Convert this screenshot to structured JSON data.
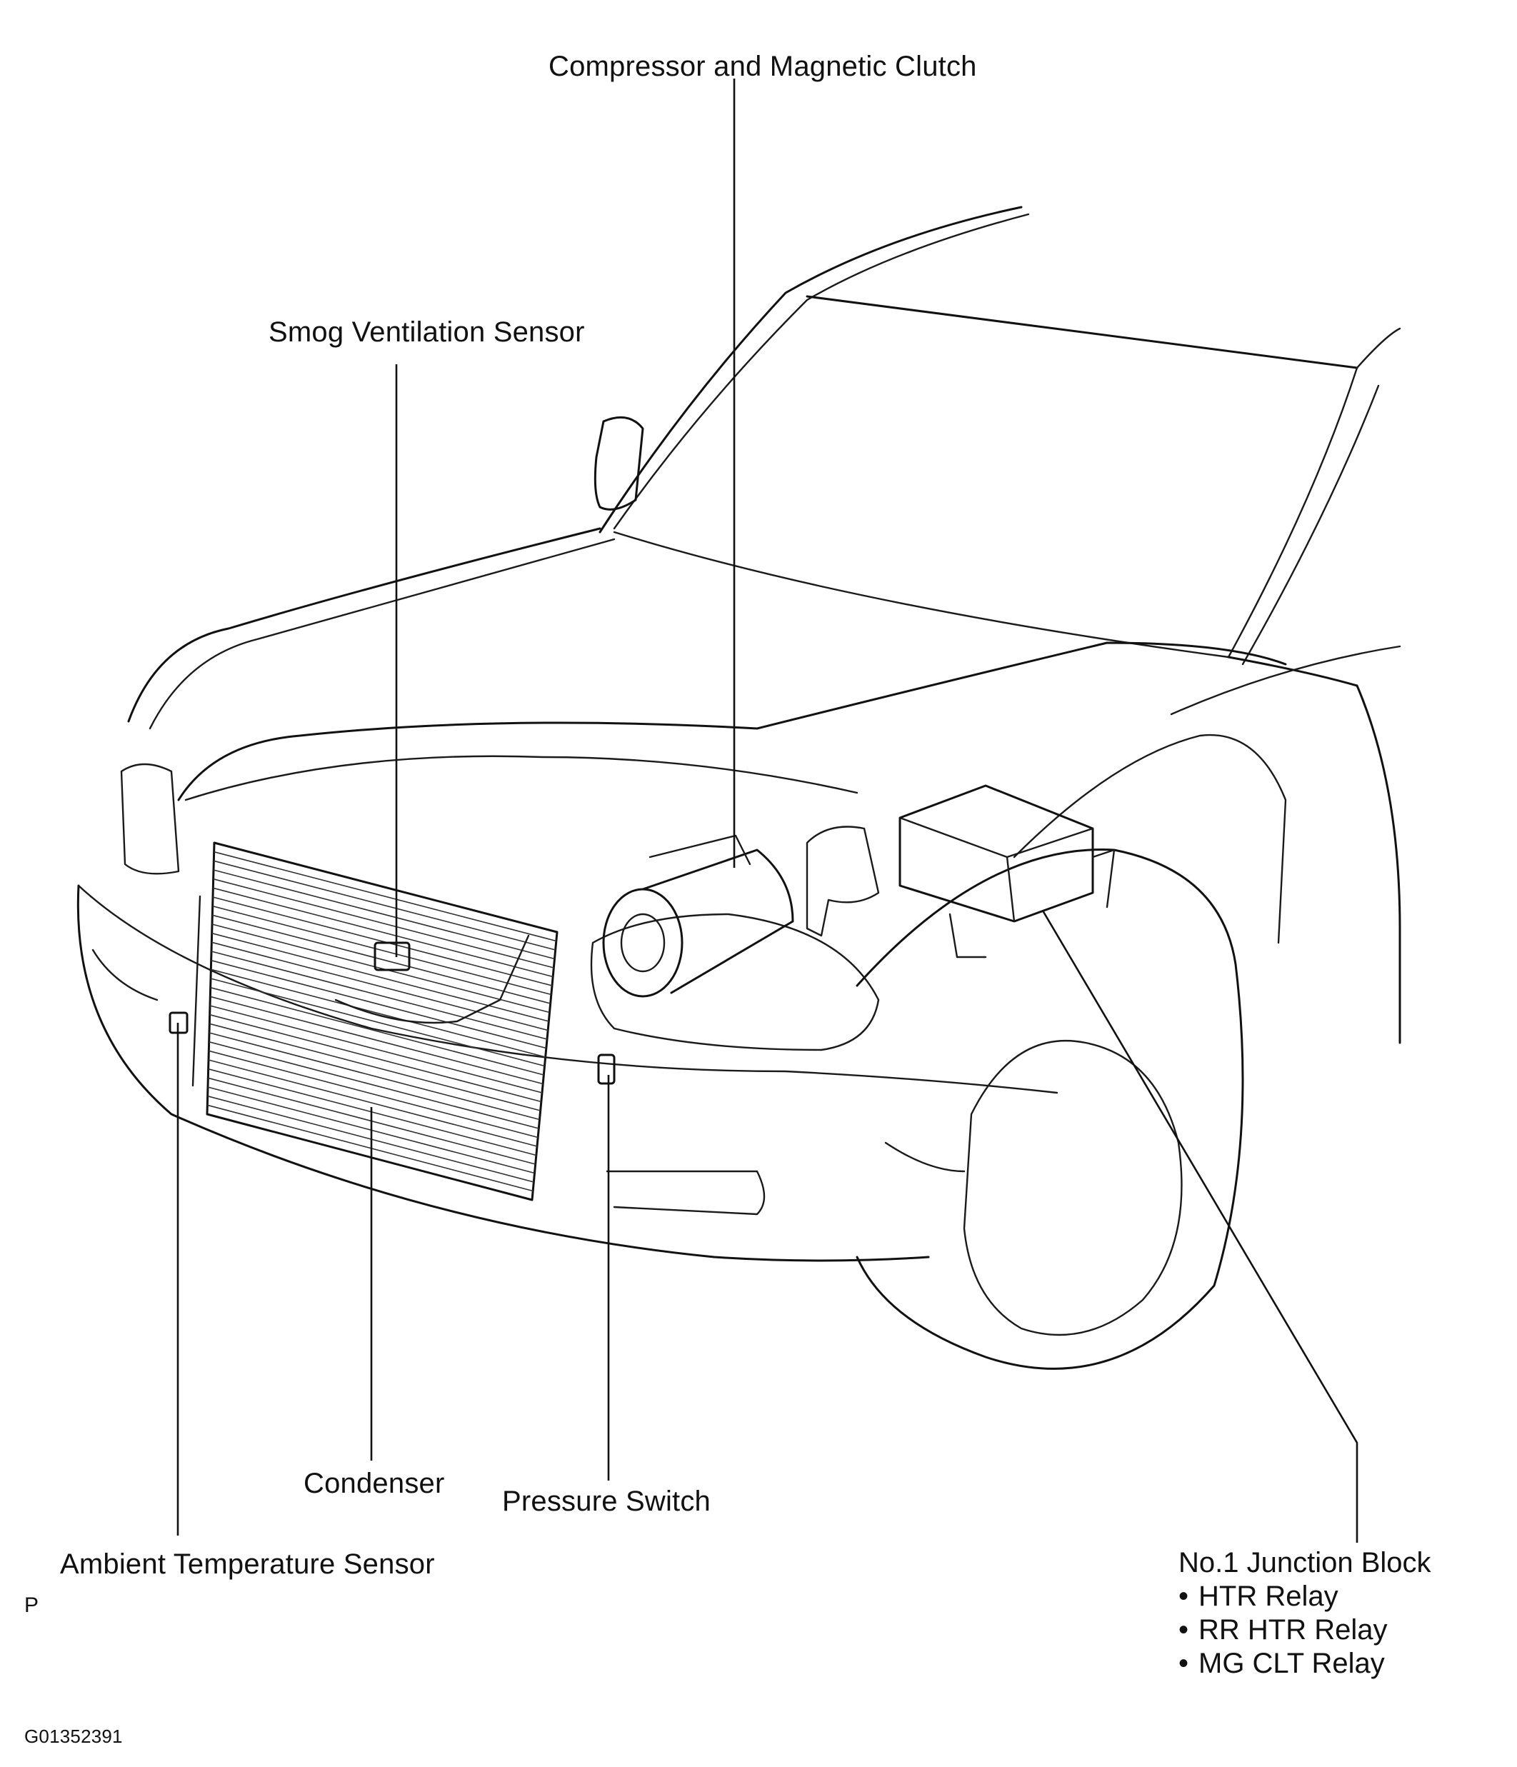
{
  "labels": {
    "compressor": "Compressor and Magnetic Clutch",
    "smog_sensor": "Smog Ventilation Sensor",
    "condenser": "Condenser",
    "pressure_switch": "Pressure Switch",
    "ambient_sensor": "Ambient Temperature Sensor",
    "junction_block": {
      "title": "No.1 Junction Block",
      "items": [
        "HTR Relay",
        "RR HTR Relay",
        "MG CLT Relay"
      ]
    }
  },
  "corner_mark": "P",
  "figure_id": "G01352391",
  "bullet_char": "•"
}
